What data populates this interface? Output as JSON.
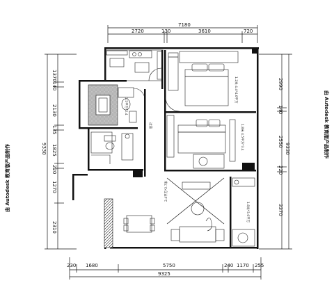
{
  "top_dimensions": {
    "overall": "7180",
    "segments": [
      "2720",
      "130",
      "3610",
      "720"
    ]
  },
  "bottom_dimensions": {
    "overall": "9325",
    "segments": [
      "230",
      "1680",
      "5750",
      "240",
      "1170",
      "255"
    ]
  },
  "left_dimensions": {
    "overall": "9330",
    "segments": [
      "1370",
      "140",
      "2130",
      "135",
      "1825",
      "220",
      "1270",
      "2310"
    ]
  },
  "right_dimensions": {
    "overall": "9330",
    "segments": [
      "2990",
      "140",
      "2550",
      "220",
      "3370"
    ]
  },
  "watermarks": {
    "left": "由 Autodesk 教育版产品制作",
    "right": "由 Autodesk 教育版产品制作"
  },
  "room_labels": {
    "corridor": "过道",
    "bedroom1_note": "1.2米 4.4*4.6平方",
    "bedroom2_note": "1.8米 4.5平方*3.4",
    "bath1_note": "1.5平方*2.4",
    "living_note": "2.4平方*2.7米",
    "balcony_note": "1.8米*3.6平方"
  }
}
